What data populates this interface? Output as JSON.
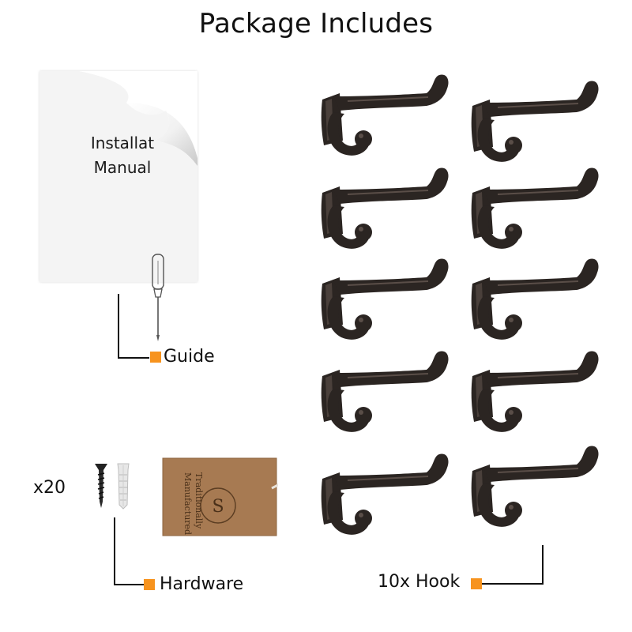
{
  "page_title": "Package Includes",
  "manual": {
    "line1": "Installat",
    "line2": "Manual"
  },
  "callouts": {
    "guide": "Guide",
    "hardware": "Hardware",
    "hook_count": "10x Hook",
    "quantity": "x20"
  },
  "tag_text": {
    "line1": "Traditionally",
    "line2": "Manufactured"
  },
  "colors": {
    "accent_square": "#f7931e",
    "hook_iron": "#2b2522",
    "tag_kraft": "#a77a52"
  }
}
